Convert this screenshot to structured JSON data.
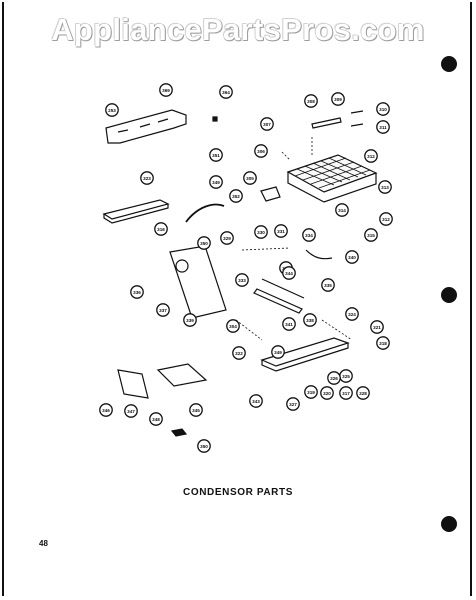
{
  "watermark": "AppliancePartsPros.com",
  "diagram": {
    "title": "CONDENSOR PARTS",
    "page_number": "48",
    "callouts": [
      "253",
      "369",
      "364",
      "308",
      "309",
      "310",
      "311",
      "307",
      "306",
      "312",
      "351",
      "323",
      "349",
      "305",
      "352",
      "313",
      "314",
      "312",
      "315",
      "316",
      "350",
      "329",
      "330",
      "331",
      "332",
      "333",
      "334",
      "340",
      "336",
      "335",
      "337",
      "344",
      "339",
      "304",
      "341",
      "338",
      "324",
      "321",
      "318",
      "322",
      "325",
      "319",
      "320",
      "317",
      "326",
      "328",
      "345",
      "346",
      "347",
      "348",
      "343",
      "327",
      "349",
      "350"
    ]
  },
  "colors": {
    "ink": "#111111",
    "paper": "#ffffff"
  }
}
